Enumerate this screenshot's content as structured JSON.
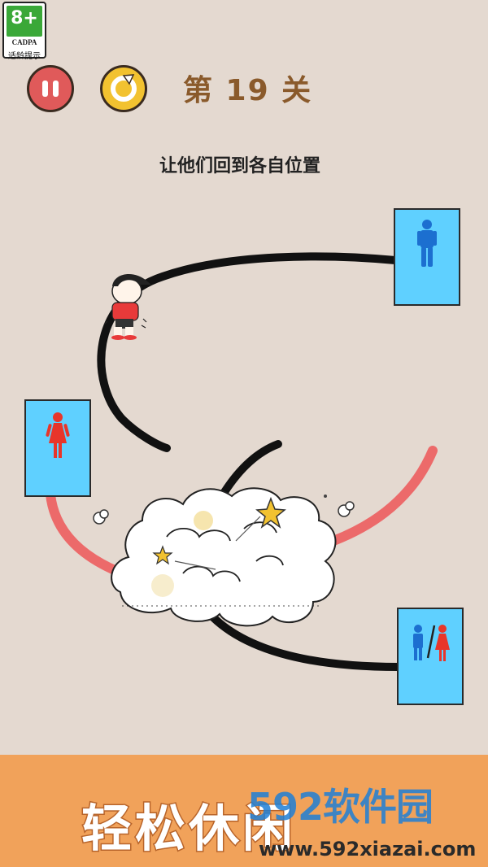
{
  "age_rating": {
    "age": "8+",
    "org": "CADPA",
    "tip": "适龄提示"
  },
  "level": {
    "label": "第 19 关"
  },
  "instruction": "让他们回到各自位置",
  "doors": {
    "man": "man-restroom",
    "woman": "woman-restroom",
    "both": "unisex-restroom"
  },
  "colors": {
    "background": "#e4d9d0",
    "door": "#5fd0ff",
    "man": "#1c6fd0",
    "woman": "#e8352a",
    "red_line": "#ec6a6a",
    "banner": "#f1a25a"
  },
  "banner": {
    "text": "轻松休闲"
  },
  "watermark": {
    "logo_num": "592",
    "logo_text": "软件园",
    "url": "www.592xiazai.com"
  }
}
